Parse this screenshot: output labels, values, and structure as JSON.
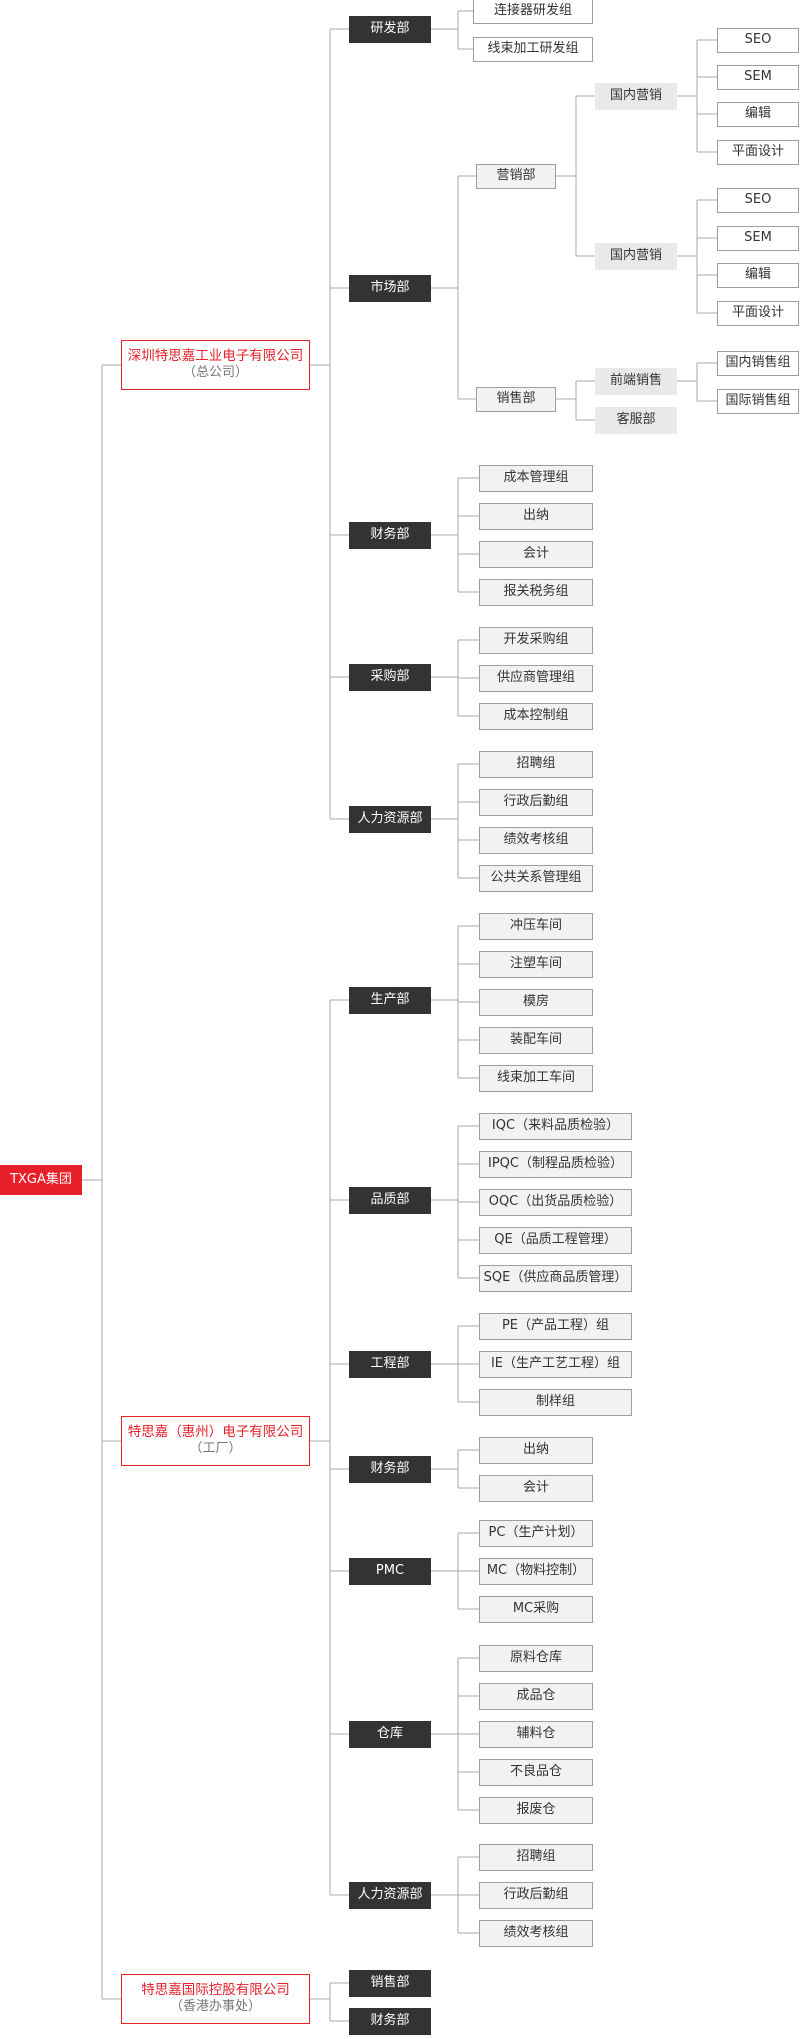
{
  "root": {
    "label": "TXGA集团"
  },
  "companies": [
    {
      "name": "深圳特思嘉工业电子有限公司",
      "sub": "（总公司）",
      "departments": [
        {
          "label": "研发部",
          "children": [
            {
              "label": "连接器研发组"
            },
            {
              "label": "线束加工研发组"
            }
          ]
        },
        {
          "label": "市场部",
          "children": [
            {
              "label": "营销部",
              "children": [
                {
                  "label": "国内营销",
                  "children": [
                    {
                      "label": "SEO"
                    },
                    {
                      "label": "SEM"
                    },
                    {
                      "label": "编辑"
                    },
                    {
                      "label": "平面设计"
                    }
                  ]
                },
                {
                  "label": "国内营销",
                  "children": [
                    {
                      "label": "SEO"
                    },
                    {
                      "label": "SEM"
                    },
                    {
                      "label": "编辑"
                    },
                    {
                      "label": "平面设计"
                    }
                  ]
                }
              ]
            },
            {
              "label": "销售部",
              "children": [
                {
                  "label": "前端销售",
                  "children": [
                    {
                      "label": "国内销售组"
                    },
                    {
                      "label": "国际销售组"
                    }
                  ]
                },
                {
                  "label": "客服部"
                }
              ]
            }
          ]
        },
        {
          "label": "财务部",
          "children": [
            {
              "label": "成本管理组"
            },
            {
              "label": "出纳"
            },
            {
              "label": "会计"
            },
            {
              "label": "报关税务组"
            }
          ]
        },
        {
          "label": "采购部",
          "children": [
            {
              "label": "开发采购组"
            },
            {
              "label": "供应商管理组"
            },
            {
              "label": "成本控制组"
            }
          ]
        },
        {
          "label": "人力资源部",
          "children": [
            {
              "label": "招聘组"
            },
            {
              "label": "行政后勤组"
            },
            {
              "label": "绩效考核组"
            },
            {
              "label": "公共关系管理组"
            }
          ]
        }
      ]
    },
    {
      "name": "特思嘉（惠州）电子有限公司",
      "sub": "（工厂）",
      "departments": [
        {
          "label": "生产部",
          "children": [
            {
              "label": "冲压车间"
            },
            {
              "label": "注塑车间"
            },
            {
              "label": "模房"
            },
            {
              "label": "装配车间"
            },
            {
              "label": "线束加工车间"
            }
          ]
        },
        {
          "label": "品质部",
          "children": [
            {
              "label": "IQC（来料品质检验）"
            },
            {
              "label": "IPQC（制程品质检验）"
            },
            {
              "label": "OQC（出货品质检验）"
            },
            {
              "label": "QE（品质工程管理）"
            },
            {
              "label": "SQE（供应商品质管理）"
            }
          ]
        },
        {
          "label": "工程部",
          "children": [
            {
              "label": "PE（产品工程）组"
            },
            {
              "label": "IE（生产工艺工程）组"
            },
            {
              "label": "制样组"
            }
          ]
        },
        {
          "label": "财务部",
          "children": [
            {
              "label": "出纳"
            },
            {
              "label": "会计"
            }
          ]
        },
        {
          "label": "PMC",
          "children": [
            {
              "label": "PC（生产计划）"
            },
            {
              "label": "MC（物料控制）"
            },
            {
              "label": "MC采购"
            }
          ]
        },
        {
          "label": "仓库",
          "children": [
            {
              "label": "原料仓库"
            },
            {
              "label": "成品仓"
            },
            {
              "label": "辅料仓"
            },
            {
              "label": "不良品仓"
            },
            {
              "label": "报废仓"
            }
          ]
        },
        {
          "label": "人力资源部",
          "children": [
            {
              "label": "招聘组"
            },
            {
              "label": "行政后勤组"
            },
            {
              "label": "绩效考核组"
            }
          ]
        }
      ]
    },
    {
      "name": "特思嘉国际控股有限公司",
      "sub": "（香港办事处）",
      "departments": [
        {
          "label": "销售部"
        },
        {
          "label": "财务部"
        }
      ]
    }
  ]
}
